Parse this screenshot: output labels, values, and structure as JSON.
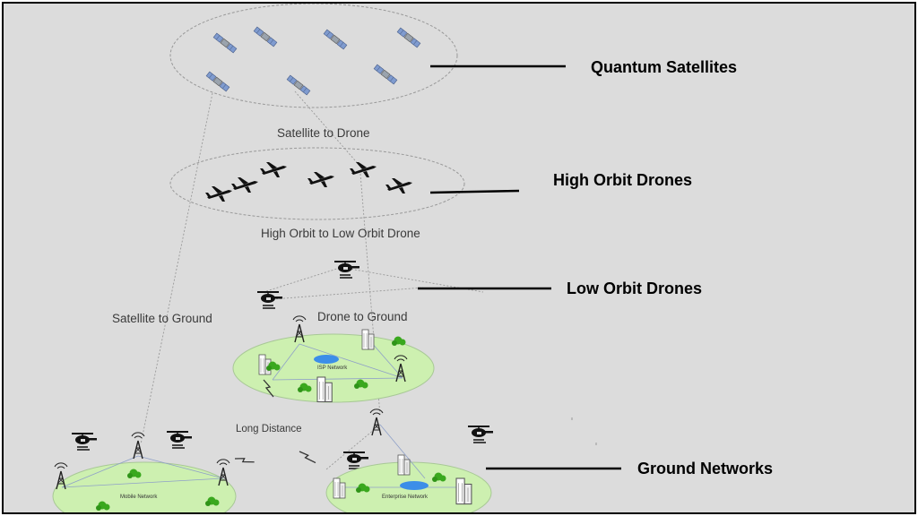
{
  "layers": {
    "satellites": "Quantum Satellites",
    "high_drones": "High Orbit Drones",
    "low_drones": "Low Orbit Drones",
    "ground": "Ground Networks"
  },
  "links": {
    "sat_drone": "Satellite to Drone",
    "high_low": "High Orbit to Low Orbit Drone",
    "sat_ground": "Satellite to Ground",
    "drone_ground": "Drone to Ground",
    "long_distance": "Long Distance"
  },
  "networks": {
    "isp": "ISP Network",
    "mobile": "Mobile Network",
    "enterprise": "Enterprise Network"
  },
  "colors": {
    "background": "#dcdcdc",
    "network_fill": "#cdf0b0",
    "tree_green": "#3aa81e",
    "satellite_blue": "#7f9bcf"
  }
}
